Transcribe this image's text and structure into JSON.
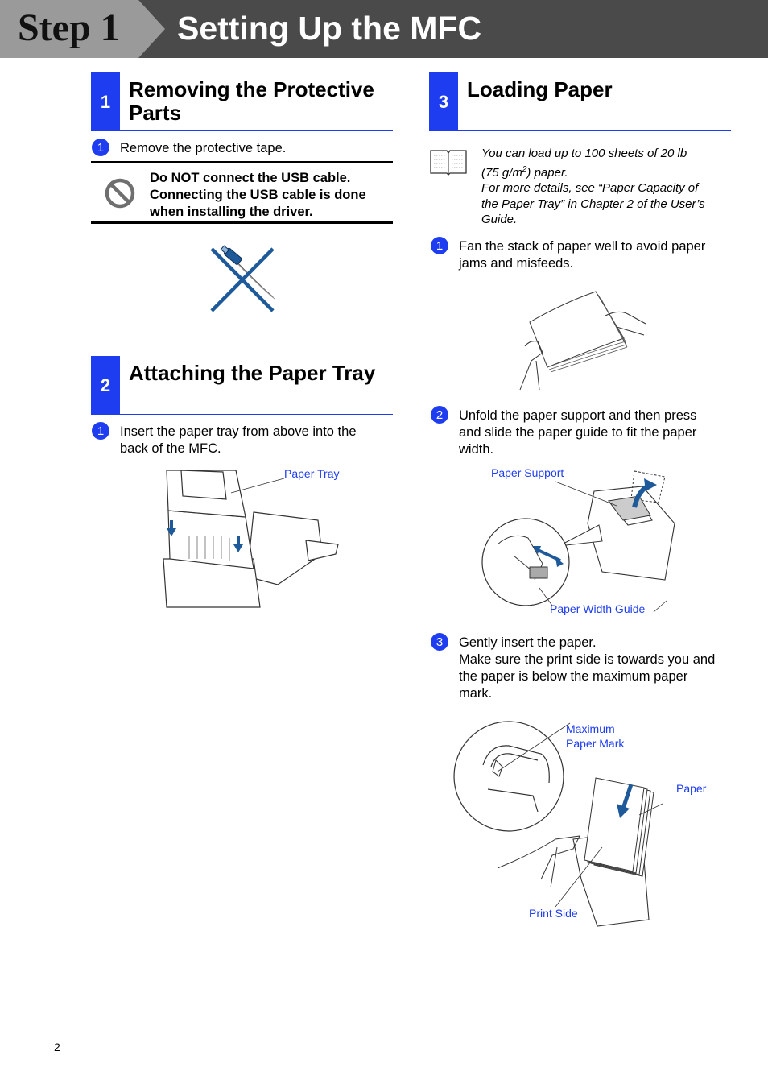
{
  "header": {
    "step": "Step 1",
    "title": "Setting Up the MFC"
  },
  "colors": {
    "accent": "#1e3cf0",
    "header_bg": "#4a4a4a",
    "step_bg": "#9a9a9a"
  },
  "sections": [
    {
      "number": "1",
      "title_line1": "Removing the Protective",
      "title_line2": "Parts",
      "steps": [
        {
          "n": "1",
          "text": "Remove the protective tape."
        }
      ],
      "warning": {
        "icon": "prohibited-icon",
        "line1": "Do NOT connect the USB cable.",
        "line2": "Connecting the USB cable is done",
        "line3": "when installing the driver."
      }
    },
    {
      "number": "2",
      "title": "Attaching the Paper Tray",
      "steps": [
        {
          "n": "1",
          "line1": "Insert the paper tray from above into the",
          "line2": "back of the MFC."
        }
      ],
      "callouts": {
        "paper_tray": "Paper Tray"
      }
    },
    {
      "number": "3",
      "title": "Loading Paper",
      "note": {
        "icon": "book-icon",
        "line1": "You can load up to 100 sheets of 20 lb",
        "line2_pre": "(75 g/m",
        "line2_sup": "2",
        "line2_post": ") paper.",
        "line3": "For more details, see “Paper Capacity of",
        "line4": "the Paper Tray” in Chapter 2 of the User’s",
        "line5": "Guide."
      },
      "steps": [
        {
          "n": "1",
          "line1": "Fan the stack of paper well to avoid paper",
          "line2": "jams and misfeeds."
        },
        {
          "n": "2",
          "line1": "Unfold the paper support and then press",
          "line2": "and slide the paper guide to fit the paper",
          "line3": "width."
        },
        {
          "n": "3",
          "line1": "Gently insert the paper.",
          "line2": "Make sure the print side is towards you and",
          "line3": "the paper is below the maximum paper",
          "line4": "mark."
        }
      ],
      "callouts": {
        "paper_support": "Paper Support",
        "paper_width_guide": "Paper Width Guide",
        "max_mark_1": "Maximum",
        "max_mark_2": "Paper Mark",
        "paper": "Paper",
        "print_side": "Print Side"
      }
    }
  ],
  "footer": {
    "page_number": "2"
  }
}
